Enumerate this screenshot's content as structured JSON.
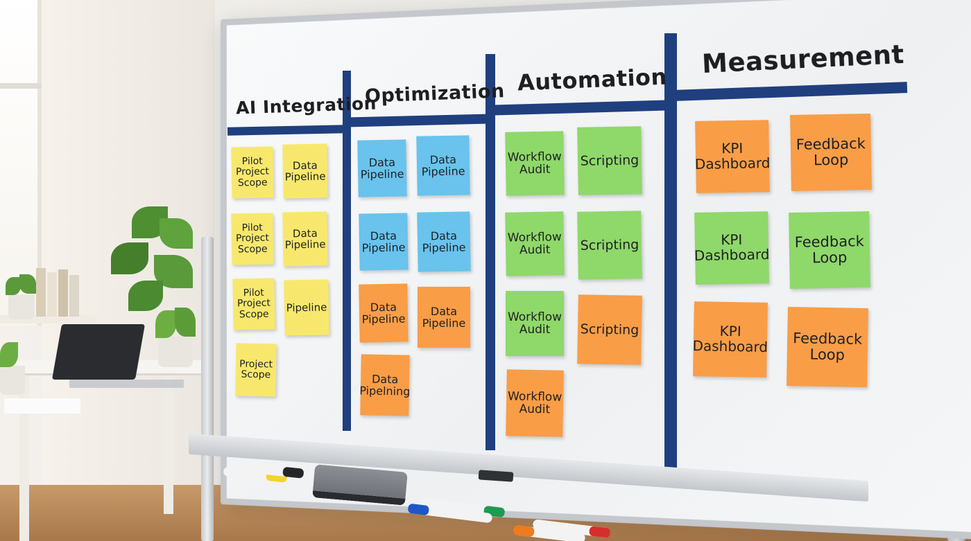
{
  "board": {
    "columns": [
      {
        "title": "AI Integration",
        "notes": [
          {
            "text": "Pilot\nProject\nScope",
            "color": "yellow"
          },
          {
            "text": "Data\nPipeline",
            "color": "yellow"
          },
          {
            "text": "Pilot\nProject\nScope",
            "color": "yellow"
          },
          {
            "text": "Data\nPipeline",
            "color": "yellow"
          },
          {
            "text": "Pilot\nProject\nScope",
            "color": "yellow"
          },
          {
            "text": "Pipeline",
            "color": "yellow"
          },
          {
            "text": "Project\nScope",
            "color": "yellow"
          }
        ]
      },
      {
        "title": "Optimization",
        "notes": [
          {
            "text": "Data\nPipeline",
            "color": "blue"
          },
          {
            "text": "Data\nPipeline",
            "color": "blue"
          },
          {
            "text": "Data\nPipeline",
            "color": "blue"
          },
          {
            "text": "Data\nPipeline",
            "color": "blue"
          },
          {
            "text": "Data\nPipeline",
            "color": "orange"
          },
          {
            "text": "Data\nPipeline",
            "color": "orange"
          },
          {
            "text": "Data\nPipelning",
            "color": "orange"
          }
        ]
      },
      {
        "title": "Automation",
        "notes": [
          {
            "text": "Workflow\nAudit",
            "color": "green"
          },
          {
            "text": "Scripting",
            "color": "green"
          },
          {
            "text": "Workflow\nAudit",
            "color": "green"
          },
          {
            "text": "Scripting",
            "color": "green"
          },
          {
            "text": "Workflow\nAudit",
            "color": "green"
          },
          {
            "text": "Scripting",
            "color": "orange"
          },
          {
            "text": "Workflow\nAudit",
            "color": "orange"
          }
        ]
      },
      {
        "title": "Measurement",
        "notes": [
          {
            "text": "KPI\nDashboard",
            "color": "orange"
          },
          {
            "text": "Feedback\nLoop",
            "color": "orange"
          },
          {
            "text": "KPI\nDashboard",
            "color": "green"
          },
          {
            "text": "Feedback\nLoop",
            "color": "green"
          },
          {
            "text": "KPI\nDashboard",
            "color": "orange"
          },
          {
            "text": "Feedback\nLoop",
            "color": "orange"
          }
        ]
      }
    ]
  },
  "colors": {
    "tape": "#203f7e",
    "yellow": "#f7e86d",
    "blue": "#69c3ec",
    "orange": "#f99d47",
    "green": "#8fd86a"
  }
}
